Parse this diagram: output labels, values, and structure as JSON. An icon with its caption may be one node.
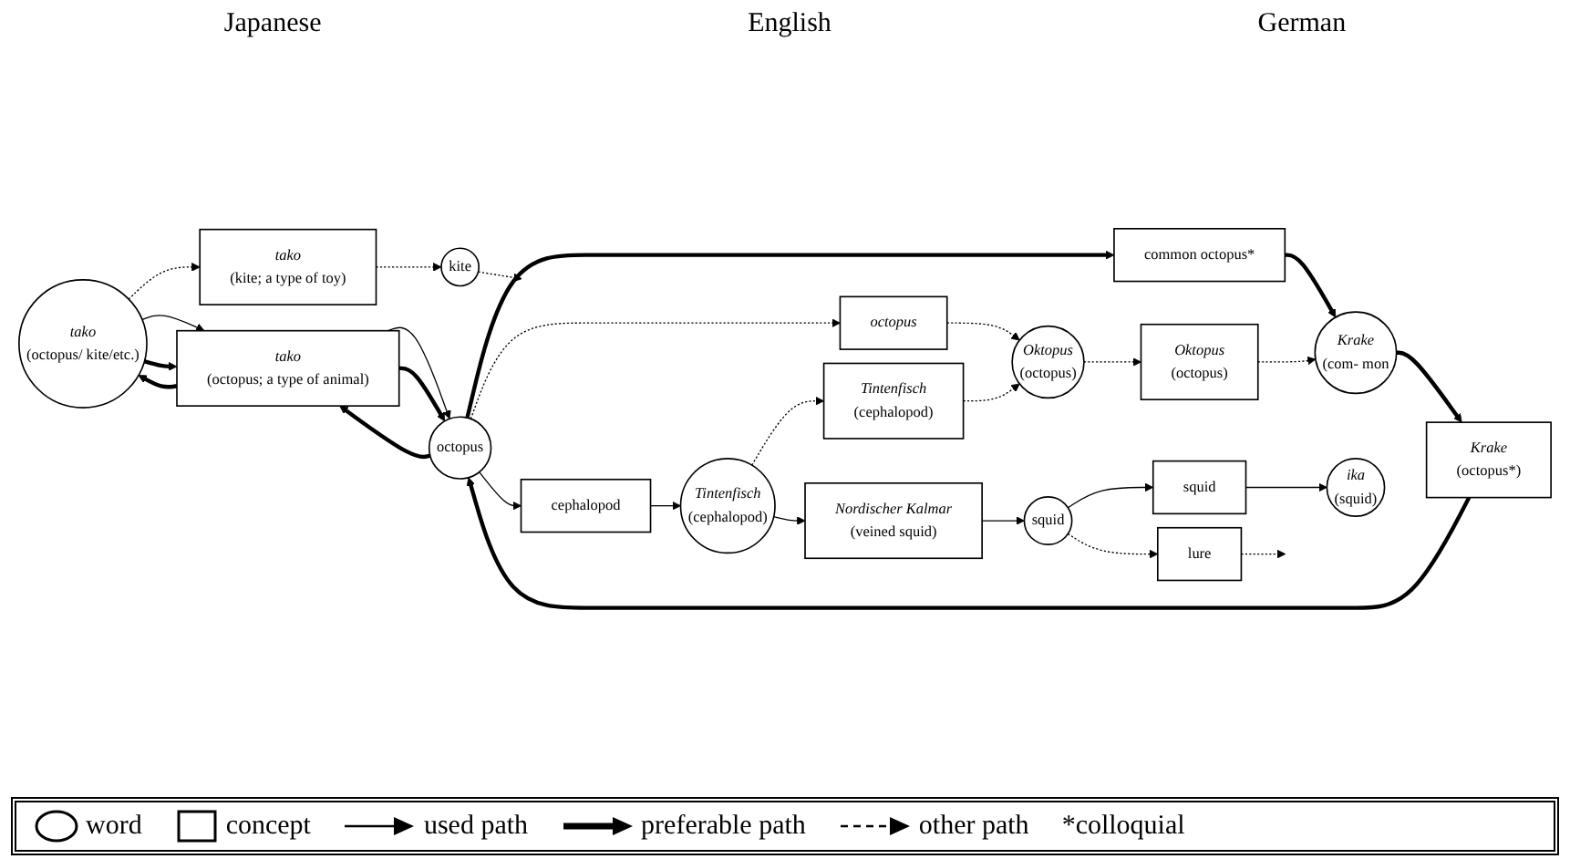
{
  "diagram": {
    "nodes": [
      {
        "text": [
          "tako",
          "(octopus/ kite/etc.)"
        ]
      },
      {
        "text": [
          "tako",
          "(octopus; a type of animal)"
        ]
      },
      {
        "text": [
          "octopus"
        ]
      },
      {
        "text": [
          "common octopus*"
        ]
      },
      {
        "text": [
          "Krake",
          "(com- mon"
        ]
      },
      {
        "text": [
          "Krake",
          "(octopus*)"
        ]
      },
      {
        "text": [
          "octopus"
        ]
      },
      {
        "text": [
          "Oktopus",
          "(octopus)"
        ]
      },
      {
        "text": [
          "Oktopus",
          "(octopus)"
        ]
      },
      {
        "text": [
          "cephalopod"
        ]
      },
      {
        "text": [
          "tako",
          "(kite; a type of toy)"
        ]
      },
      {
        "text": [
          "kite"
        ]
      },
      {
        "text": [
          "Tintenfisch",
          "(cephalopod)"
        ]
      },
      {
        "text": [
          "Tintenfisch",
          "(cephalopod)"
        ]
      },
      {
        "text": [
          "ika",
          "(squid)"
        ]
      },
      {
        "text": [
          "squid"
        ]
      },
      {
        "text": [
          "squid"
        ]
      },
      {
        "text": [
          "lure"
        ]
      },
      {
        "text": [
          "Nordischer Kalmar",
          "(veined squid)"
        ]
      }
    ],
    "edges": [
      {
        "from": 0,
        "to": 1,
        "arrow": "to"
      },
      {
        "from": 0,
        "to": 1,
        "arrow": "to",
        "style": "thick"
      },
      {
        "from": 1,
        "to": 0,
        "arrow": "to",
        "style": "thick"
      },
      {
        "from": 1,
        "to": 2,
        "arrow": "to"
      },
      {
        "from": 1,
        "to": 2,
        "arrow": "to",
        "style": "thick"
      },
      {
        "from": 2,
        "to": 1,
        "arrow": "to",
        "style": "thick"
      },
      {
        "from": 2,
        "to": 3,
        "arrow": "to",
        "style": "thick"
      },
      {
        "from": 3,
        "to": 4,
        "arrow": "to",
        "style": "thick"
      },
      {
        "from": 4,
        "to": 5,
        "arrow": "to",
        "style": "thick"
      },
      {
        "from": 5,
        "to": 2,
        "arrow": "to",
        "style": "thick"
      },
      {
        "from": 2,
        "to": 6,
        "arrow": "to",
        "style": "dashed"
      },
      {
        "from": 6,
        "to": 7,
        "arrow": "to",
        "style": "dashed"
      },
      {
        "from": 7,
        "to": 8,
        "arrow": "to",
        "style": "dashed"
      },
      {
        "from": 8,
        "to": 4,
        "arrow": "to",
        "style": "dashed"
      },
      {
        "from": 2,
        "to": 9,
        "arrow": "to"
      },
      {
        "from": 9,
        "to": 12,
        "arrow": "to"
      },
      {
        "from": 12,
        "to": 13,
        "arrow": "to",
        "style": "dashed"
      },
      {
        "from": 13,
        "to": 7,
        "arrow": "to",
        "style": "dashed"
      },
      {
        "from": 12,
        "to": 18,
        "arrow": "to"
      },
      {
        "from": 0,
        "to": 10,
        "arrow": "to",
        "style": "dashed"
      },
      {
        "from": 10,
        "to": 11,
        "arrow": "to",
        "style": "dashed"
      },
      {
        "from": 11,
        "to": null,
        "arrow": "to",
        "style": "dashed"
      },
      {
        "from": 15,
        "to": 14,
        "arrow": "to"
      },
      {
        "from": 16,
        "to": 15,
        "arrow": "to"
      },
      {
        "from": 16,
        "to": 17,
        "arrow": "to",
        "style": "dashed"
      },
      {
        "from": 17,
        "to": null,
        "arrow": "to",
        "style": "dashed"
      },
      {
        "from": 18,
        "to": 16,
        "arrow": "to"
      }
    ],
    "labels": [
      "Japanese",
      "English",
      "German"
    ],
    "legend": [
      {
        "text": "word"
      },
      {
        "text": "concept"
      },
      {
        "text": "used path"
      },
      {
        "text": "preferable path"
      },
      {
        "text": "other path"
      },
      {
        "text": "*colloquial"
      }
    ]
  }
}
